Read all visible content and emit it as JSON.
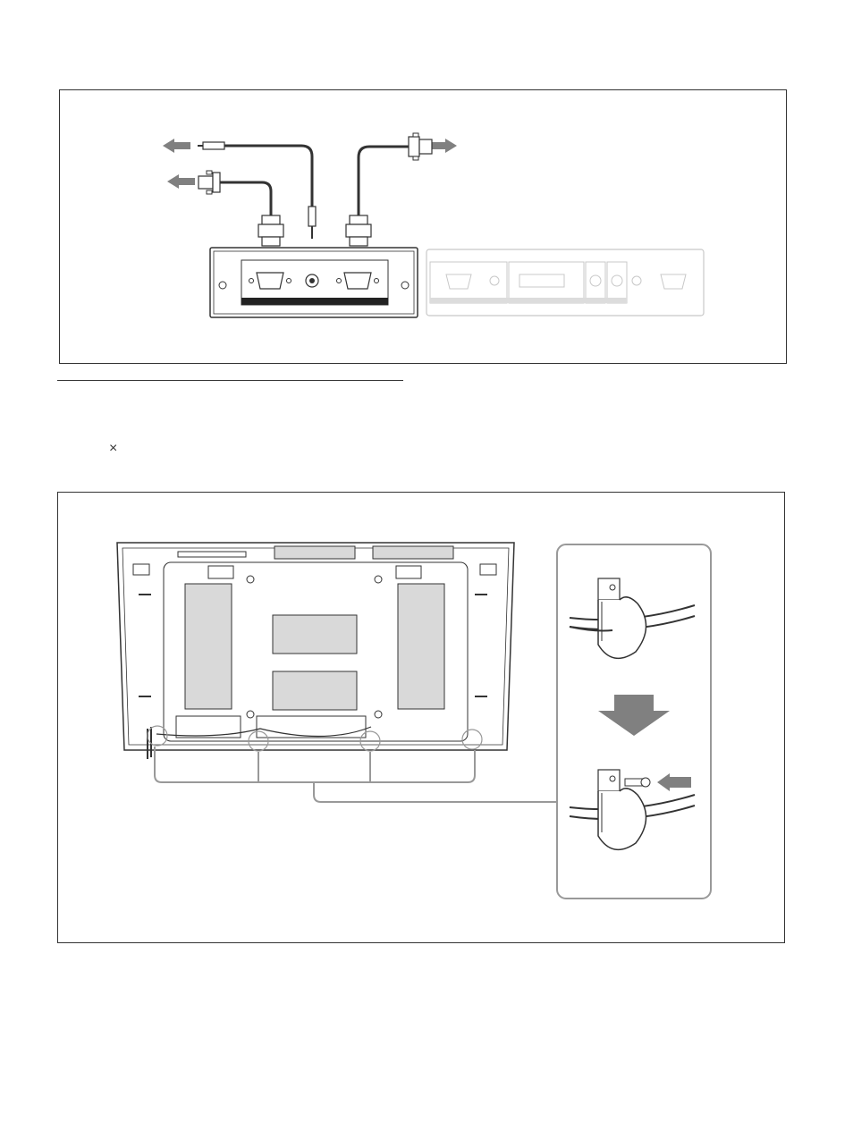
{
  "page": {
    "separator_mark": "×"
  },
  "figure1": {
    "subject": "option-board-cable-connection",
    "arrows": [
      "arrow-left-top",
      "arrow-left-bottom",
      "arrow-right",
      "arrow-down-left",
      "arrow-down-center",
      "arrow-down-right"
    ],
    "colors": {
      "line": "#333333",
      "arrow": "#808080",
      "faded": "#c8c8c8"
    }
  },
  "figure2": {
    "subject": "cable-clamp-fixing",
    "colors": {
      "line": "#333333",
      "panel": "#d9d9d9",
      "arrow": "#808080",
      "callout": "#999999"
    }
  }
}
